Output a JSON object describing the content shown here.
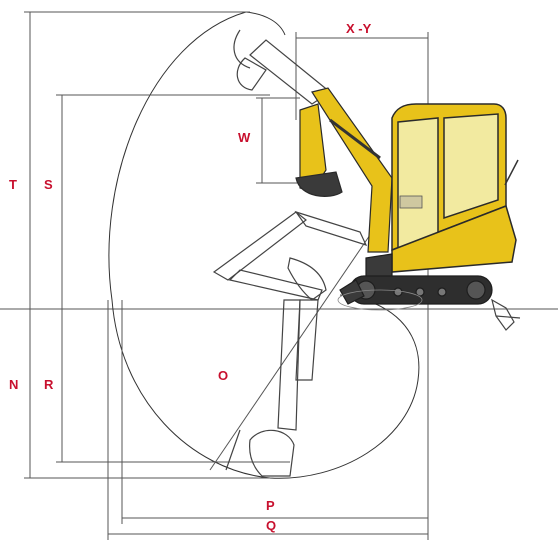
{
  "diagram": {
    "labels": {
      "xy": "X -Y",
      "w": "W",
      "t": "T",
      "s": "S",
      "n": "N",
      "r": "R",
      "o": "O",
      "p": "P",
      "q": "Q"
    },
    "colors": {
      "label": "#c8102e",
      "line": "#555555",
      "outline": "#333333",
      "machine_yellow": "#e8c21a",
      "machine_dark": "#2a2a2a",
      "glass": "#f2eaa0"
    }
  }
}
